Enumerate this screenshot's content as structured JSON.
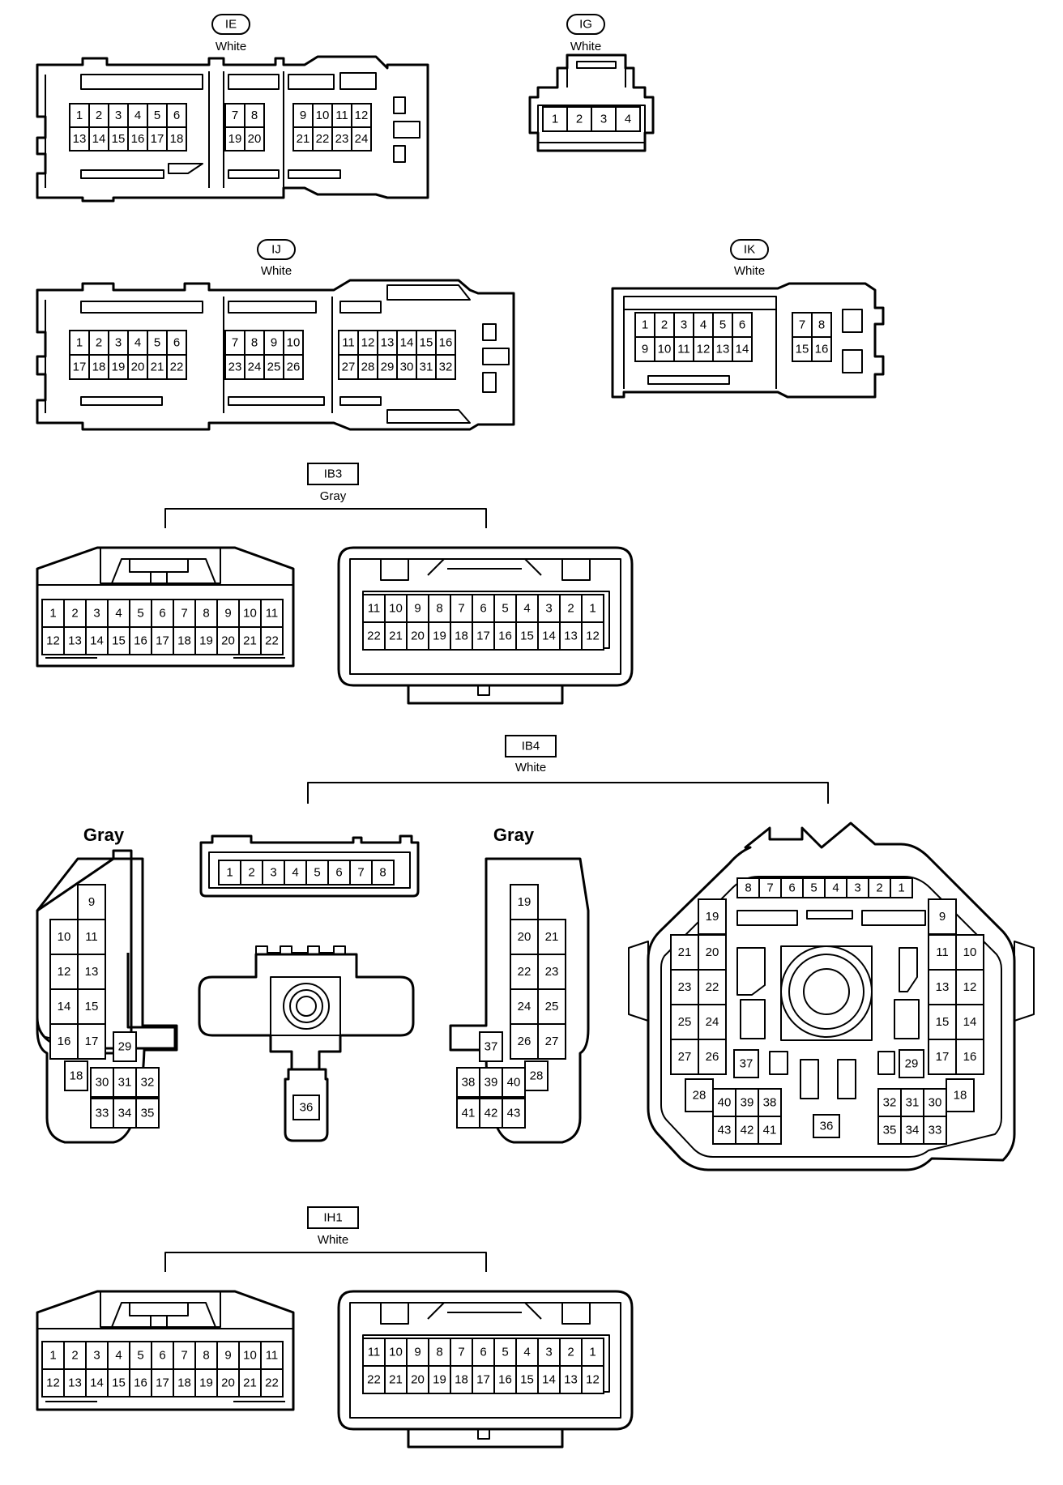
{
  "labels": {
    "ie": {
      "code": "IE",
      "color": "White"
    },
    "ig": {
      "code": "IG",
      "color": "White"
    },
    "ij": {
      "code": "IJ",
      "color": "White"
    },
    "ik": {
      "code": "IK",
      "color": "White"
    },
    "ib3": {
      "code": "IB3",
      "color": "Gray"
    },
    "ib4": {
      "code": "IB4",
      "color": "White",
      "left_color": "Gray",
      "right_color": "Gray"
    },
    "ih1": {
      "code": "IH1",
      "color": "White"
    }
  },
  "connectors": {
    "ie": {
      "blocks": [
        {
          "rows": [
            [
              "1",
              "2",
              "3",
              "4",
              "5",
              "6"
            ],
            [
              "13",
              "14",
              "15",
              "16",
              "17",
              "18"
            ]
          ]
        },
        {
          "rows": [
            [
              "7",
              "8"
            ],
            [
              "19",
              "20"
            ]
          ]
        },
        {
          "rows": [
            [
              "9",
              "10",
              "11",
              "12"
            ],
            [
              "21",
              "22",
              "23",
              "24"
            ]
          ]
        }
      ]
    },
    "ig": {
      "blocks": [
        {
          "rows": [
            [
              "1",
              "2",
              "3",
              "4"
            ]
          ]
        }
      ]
    },
    "ij": {
      "blocks": [
        {
          "rows": [
            [
              "1",
              "2",
              "3",
              "4",
              "5",
              "6"
            ],
            [
              "17",
              "18",
              "19",
              "20",
              "21",
              "22"
            ]
          ]
        },
        {
          "rows": [
            [
              "7",
              "8",
              "9",
              "10"
            ],
            [
              "23",
              "24",
              "25",
              "26"
            ]
          ]
        },
        {
          "rows": [
            [
              "11",
              "12",
              "13",
              "14",
              "15",
              "16"
            ],
            [
              "27",
              "28",
              "29",
              "30",
              "31",
              "32"
            ]
          ]
        }
      ]
    },
    "ik": {
      "blocks": [
        {
          "rows": [
            [
              "1",
              "2",
              "3",
              "4",
              "5",
              "6"
            ],
            [
              "9",
              "10",
              "11",
              "12",
              "13",
              "14"
            ]
          ]
        },
        {
          "rows": [
            [
              "7",
              "8"
            ],
            [
              "15",
              "16"
            ]
          ]
        }
      ]
    },
    "ib3": {
      "male": {
        "rows": [
          [
            "1",
            "2",
            "3",
            "4",
            "5",
            "6",
            "7",
            "8",
            "9",
            "10",
            "11"
          ],
          [
            "12",
            "13",
            "14",
            "15",
            "16",
            "17",
            "18",
            "19",
            "20",
            "21",
            "22"
          ]
        ]
      },
      "female": {
        "rows": [
          [
            "11",
            "10",
            "9",
            "8",
            "7",
            "6",
            "5",
            "4",
            "3",
            "2",
            "1"
          ],
          [
            "22",
            "21",
            "20",
            "19",
            "18",
            "17",
            "16",
            "15",
            "14",
            "13",
            "12"
          ]
        ]
      }
    },
    "ih1": {
      "male": {
        "rows": [
          [
            "1",
            "2",
            "3",
            "4",
            "5",
            "6",
            "7",
            "8",
            "9",
            "10",
            "11"
          ],
          [
            "12",
            "13",
            "14",
            "15",
            "16",
            "17",
            "18",
            "19",
            "20",
            "21",
            "22"
          ]
        ]
      },
      "female": {
        "rows": [
          [
            "11",
            "10",
            "9",
            "8",
            "7",
            "6",
            "5",
            "4",
            "3",
            "2",
            "1"
          ],
          [
            "22",
            "21",
            "20",
            "19",
            "18",
            "17",
            "16",
            "15",
            "14",
            "13",
            "12"
          ]
        ]
      }
    },
    "ib4": {
      "strip": [
        "1",
        "2",
        "3",
        "4",
        "5",
        "6",
        "7",
        "8"
      ],
      "plug": [
        "36"
      ],
      "left": [
        [
          "9"
        ],
        [
          "10",
          "11"
        ],
        [
          "12",
          "13"
        ],
        [
          "14",
          "15"
        ],
        [
          "16",
          "17"
        ],
        [
          "29"
        ],
        [
          "18",
          "30",
          "31",
          "32"
        ],
        [
          "33",
          "34",
          "35"
        ]
      ],
      "right": [
        [
          "19"
        ],
        [
          "20",
          "21"
        ],
        [
          "22",
          "23"
        ],
        [
          "24",
          "25"
        ],
        [
          "26",
          "27"
        ],
        [
          "37"
        ],
        [
          "38",
          "39",
          "40",
          "28"
        ],
        [
          "41",
          "42",
          "43"
        ]
      ],
      "round": {
        "top": [
          "8",
          "7",
          "6",
          "5",
          "4",
          "3",
          "2",
          "1"
        ],
        "left_col": [
          "19",
          "21",
          "20",
          "23",
          "22",
          "25",
          "24",
          "27",
          "26",
          "37"
        ],
        "left_bottom": [
          "28",
          "40",
          "39",
          "38",
          "43",
          "42",
          "41"
        ],
        "right_col": [
          "9",
          "11",
          "10",
          "13",
          "12",
          "15",
          "14",
          "17",
          "16",
          "29"
        ],
        "right_bottom": [
          "32",
          "31",
          "30",
          "18",
          "35",
          "34",
          "33"
        ],
        "center": [
          "36"
        ]
      }
    }
  }
}
